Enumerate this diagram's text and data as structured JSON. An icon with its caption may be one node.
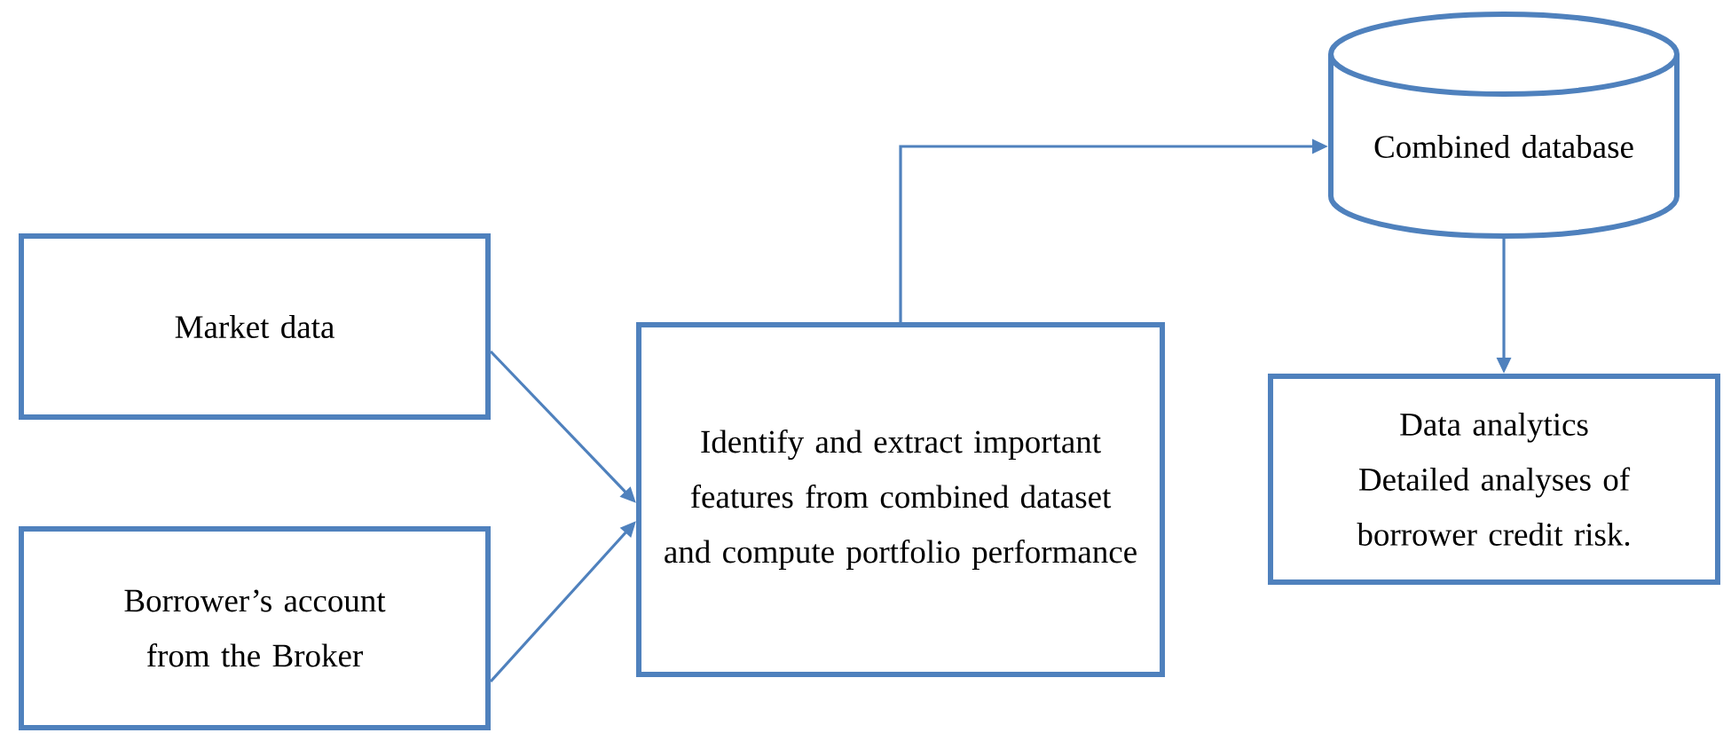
{
  "diagram": {
    "nodes": [
      {
        "text": [
          "Market data"
        ]
      },
      {
        "text": [
          "Borrower’s account from the Broker"
        ]
      },
      {
        "text": [
          "Identify and extract important features from combined dataset and compute portfolio performance"
        ]
      },
      {
        "text": [
          "Combined database"
        ]
      },
      {
        "text": [
          "Data analytics",
          "Detailed analyses of borrower credit risk."
        ]
      }
    ],
    "edges": [
      {
        "from": 0,
        "to": 2,
        "arrow": "to"
      },
      {
        "from": 1,
        "to": 2,
        "arrow": "to"
      },
      {
        "from": 2,
        "to": 3,
        "arrow": "to"
      },
      {
        "from": 3,
        "to": 4,
        "arrow": "to"
      }
    ]
  }
}
